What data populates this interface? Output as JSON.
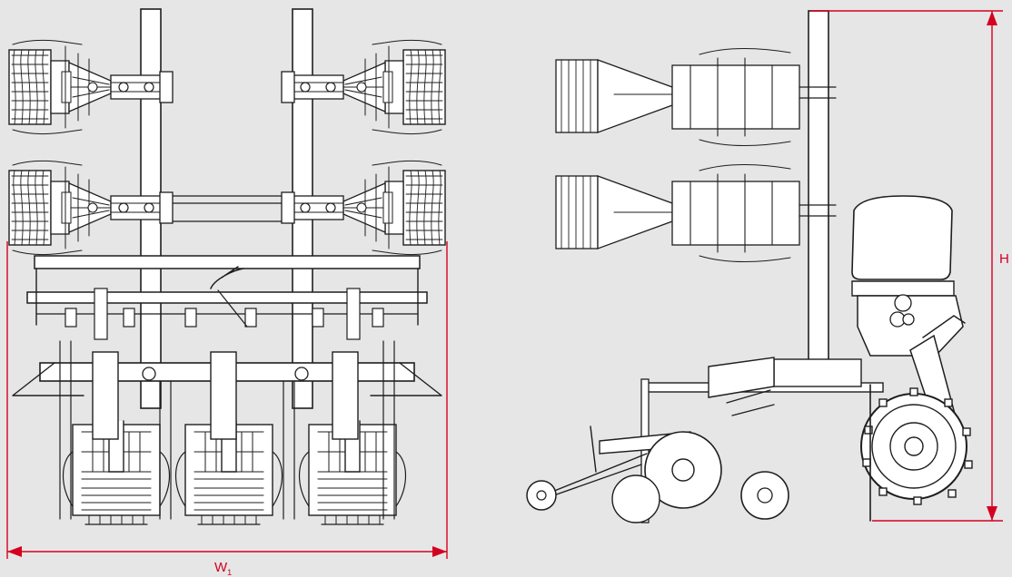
{
  "colors": {
    "background": "#e6e6e6",
    "line": "#1e1e1e",
    "dimension": "#d4001f",
    "fill": "#ffffff"
  },
  "dimensions": {
    "width": {
      "letter": "W",
      "subscript": "1"
    },
    "height": {
      "letter": "H"
    }
  },
  "views": [
    "front-view",
    "side-view"
  ]
}
